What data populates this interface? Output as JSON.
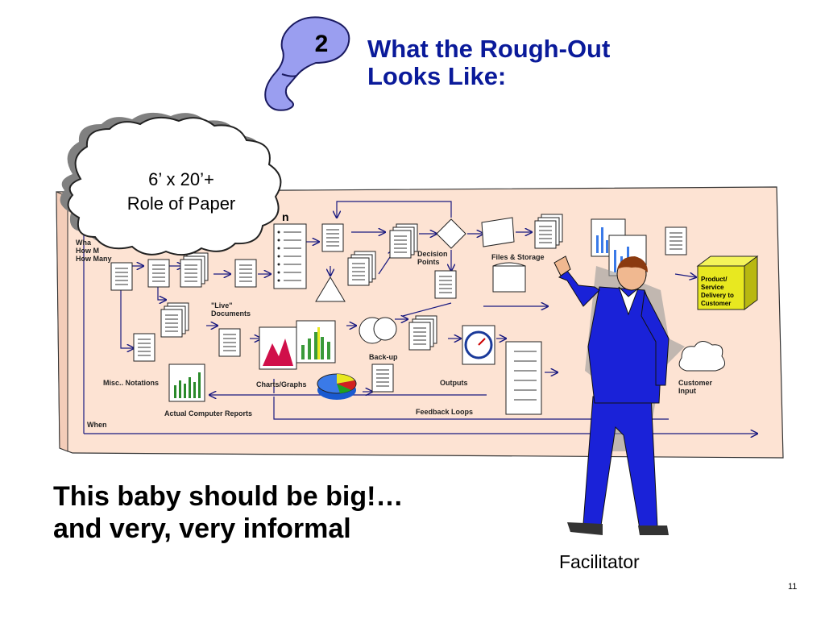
{
  "slide": {
    "title_line1": "What the Rough-Out",
    "title_line2": "Looks Like:",
    "step_number": "2",
    "cloud_line1": "6’ x 20’+",
    "cloud_line2": "Role of Paper",
    "tagline_line1": "This baby should be big!…",
    "tagline_line2": "and very, very informal",
    "facilitator_label": "Facilitator",
    "page_number": "11"
  },
  "roughout": {
    "heading_fragment": "n",
    "left_labels": [
      "Wha",
      "How M",
      "How Many"
    ],
    "live_documents": "\"Live\"\nDocuments",
    "decision_points": "Decision\nPoints",
    "files_storage": "Files & Storage",
    "back_up": "Back-up",
    "misc_notations": "Misc.. Notations",
    "charts_graphs": "Charts/Graphs",
    "outputs": "Outputs",
    "actual_reports": "Actual Computer Reports",
    "feedback_loops": "Feedback Loops",
    "when": "When",
    "customer_input": "Customer\nInput",
    "product_delivery": "Product/\nService\nDelivery to\nCustomer"
  },
  "colors": {
    "title": "#0a1a9a",
    "paper": "#fde3d3",
    "footprint": "#9a9ef0",
    "arrows": "#1a1a80",
    "product_box": "#e8e820",
    "suit": "#1a22d8"
  }
}
